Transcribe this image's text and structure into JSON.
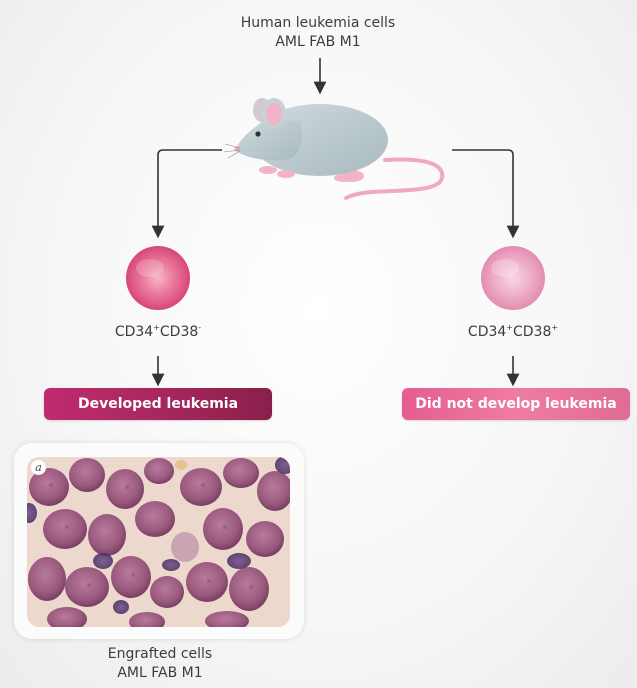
{
  "source": {
    "line1": "Human leukemia cells",
    "line2": "AML FAB M1"
  },
  "left_branch": {
    "marker_a": "CD34",
    "marker_a_sup": "+",
    "marker_b": "CD38",
    "marker_b_sup": "-",
    "outcome": "Developed leukemia",
    "cell_color": "#e2567e"
  },
  "right_branch": {
    "marker_a": "CD34",
    "marker_a_sup": "+",
    "marker_b": "CD38",
    "marker_b_sup": "+",
    "outcome": "Did not develop leukemia",
    "cell_color": "#ec9abb"
  },
  "photo": {
    "panel_letter": "a",
    "caption_line1": "Engrafted cells",
    "caption_line2": "AML FAB M1"
  },
  "colors": {
    "mouse_body": "#b8c7cc",
    "mouse_pink": "#f3b3c6",
    "arrow": "#333333",
    "developed_pill": "#a8285d",
    "not_developed_pill": "#ef7ca4"
  }
}
